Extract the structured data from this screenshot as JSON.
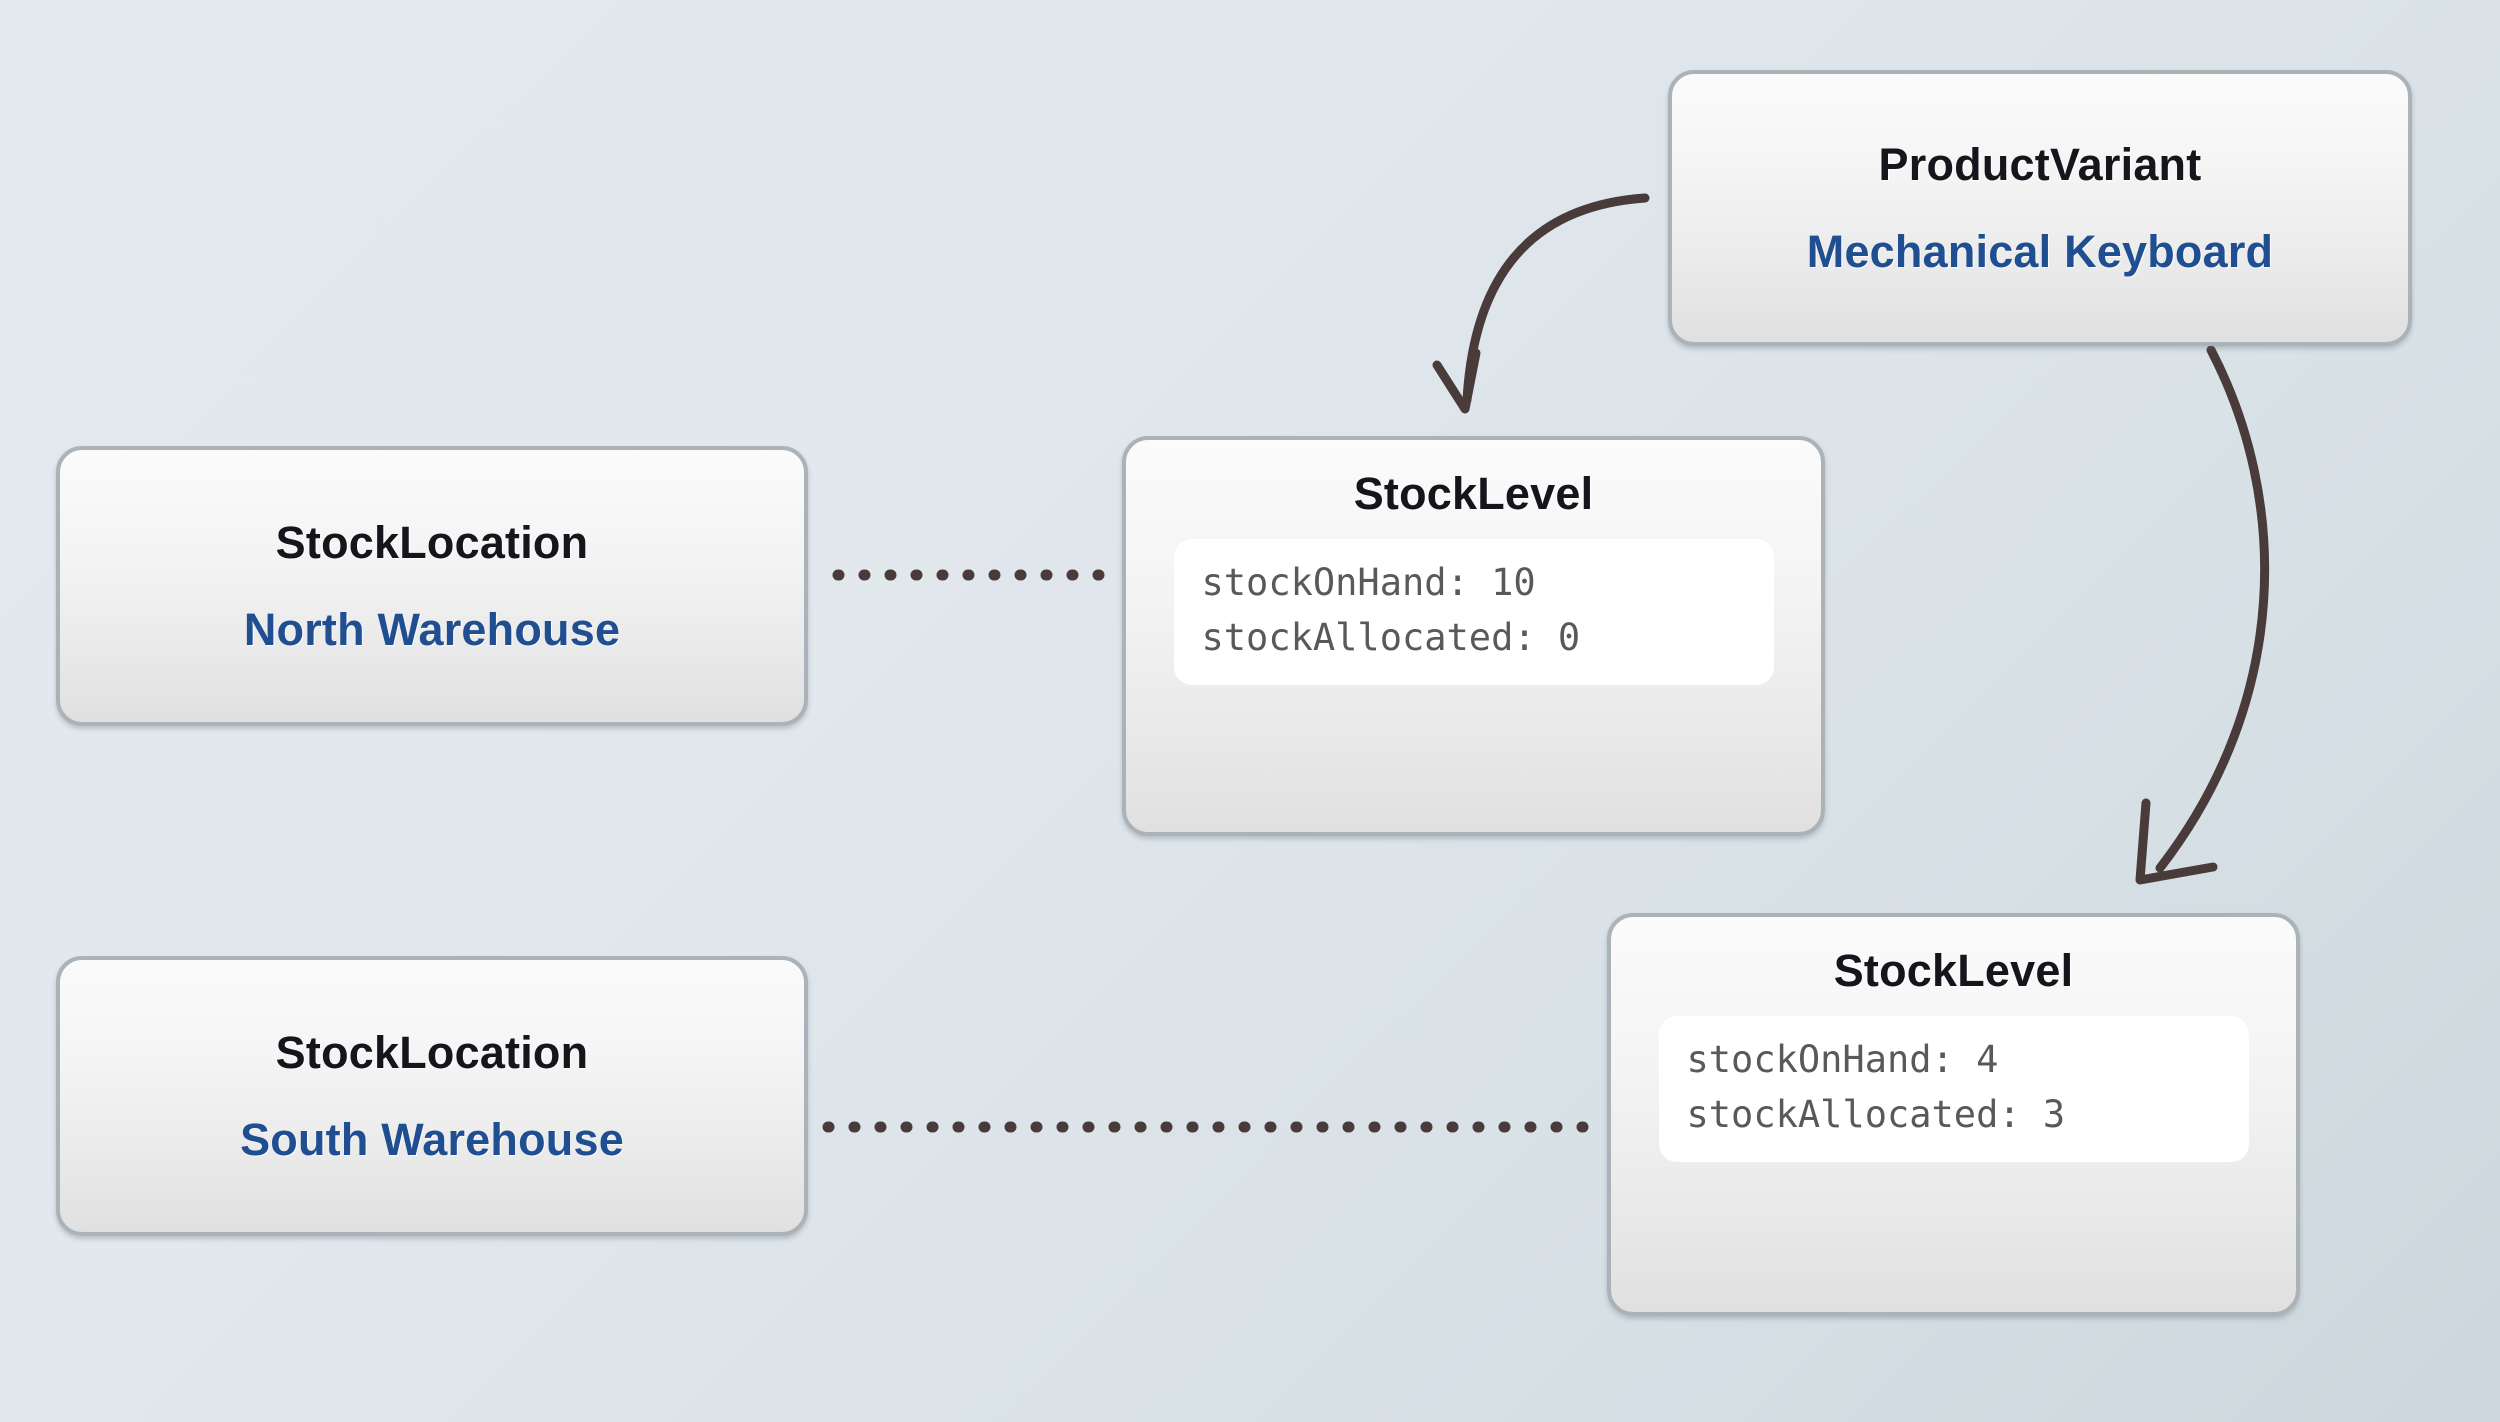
{
  "diagram": {
    "type": "entity-relationship",
    "background": {
      "gradient_from": "#e4e9ef",
      "gradient_to": "#ccd7dd"
    },
    "palette": {
      "node_border": "#a9b3b9",
      "node_title": "#14161c",
      "node_subtitle": "#1f4e91",
      "field_text": "#58595b",
      "edge": "#4a3b3b"
    },
    "nodes": [
      {
        "id": "product-variant",
        "title": "ProductVariant",
        "subtitle": "Mechanical Keyboard"
      },
      {
        "id": "stocklocation-north",
        "title": "StockLocation",
        "subtitle": "North Warehouse"
      },
      {
        "id": "stocklocation-south",
        "title": "StockLocation",
        "subtitle": "South Warehouse"
      },
      {
        "id": "stocklevel-1",
        "title": "StockLevel",
        "fields": [
          "stockOnHand: 10",
          "stockAllocated: 0"
        ]
      },
      {
        "id": "stocklevel-2",
        "title": "StockLevel",
        "fields": [
          "stockOnHand: 4",
          "stockAllocated: 3"
        ]
      }
    ],
    "edges": [
      {
        "id": "edge-variant-to-level1",
        "from": "product-variant",
        "to": "stocklevel-1",
        "style": "curved-arrow"
      },
      {
        "id": "edge-variant-to-level2",
        "from": "product-variant",
        "to": "stocklevel-2",
        "style": "curved-arrow"
      },
      {
        "id": "edge-north-to-level1",
        "from": "stocklocation-north",
        "to": "stocklevel-1",
        "style": "dotted"
      },
      {
        "id": "edge-south-to-level2",
        "from": "stocklocation-south",
        "to": "stocklevel-2",
        "style": "dotted"
      }
    ]
  }
}
